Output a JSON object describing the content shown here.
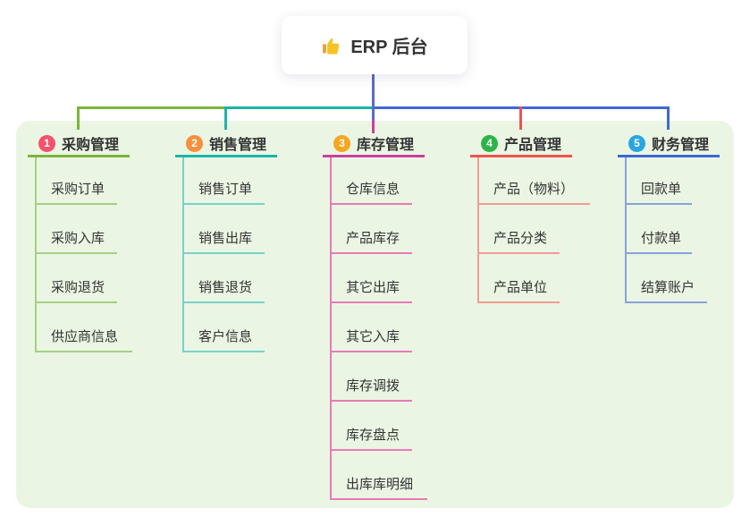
{
  "root": {
    "label": "ERP 后台",
    "icon": "thumbs-up"
  },
  "palette": {
    "background": "#ffffff",
    "panel": "#eaf6e3",
    "stem": "#5b6bc4",
    "bus_right": "#4168d4",
    "text": "#333333"
  },
  "branches": [
    {
      "index": "1",
      "label": "采购管理",
      "badge_color": "#f4516c",
      "line_color": "#7cb43c",
      "light_color": "#a6cf82",
      "items": [
        "采购订单",
        "采购入库",
        "采购退货",
        "供应商信息"
      ]
    },
    {
      "index": "2",
      "label": "销售管理",
      "badge_color": "#f68f3e",
      "line_color": "#1db4a9",
      "light_color": "#79d1c8",
      "items": [
        "销售订单",
        "销售出库",
        "销售退货",
        "客户信息"
      ]
    },
    {
      "index": "3",
      "label": "库存管理",
      "badge_color": "#f7a61f",
      "line_color": "#cb3f9d",
      "light_color": "#e87ab6",
      "items": [
        "仓库信息",
        "产品库存",
        "其它出库",
        "其它入库",
        "库存调拨",
        "库存盘点",
        "出库库明细"
      ]
    },
    {
      "index": "4",
      "label": "产品管理",
      "badge_color": "#2eb34b",
      "line_color": "#f0534e",
      "light_color": "#f49a94",
      "items": [
        "产品（物料）",
        "产品分类",
        "产品单位"
      ]
    },
    {
      "index": "5",
      "label": "财务管理",
      "badge_color": "#29a5e2",
      "line_color": "#3e66d4",
      "light_color": "#87a2dc",
      "items": [
        "回款单",
        "付款单",
        "结算账户"
      ]
    }
  ]
}
